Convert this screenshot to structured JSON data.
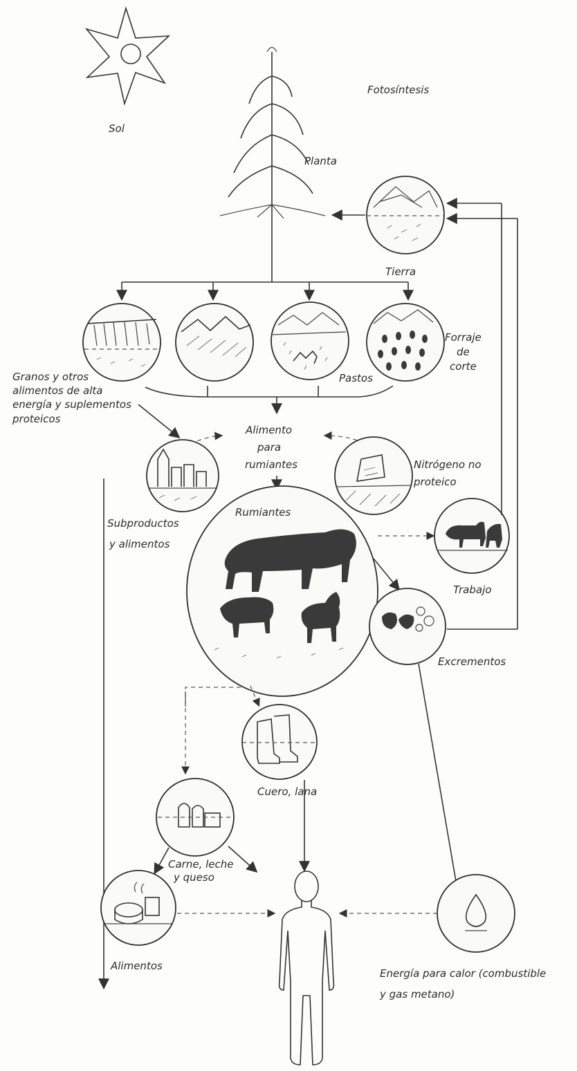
{
  "labels": {
    "sol": "Sol",
    "fotosintesis": "Fotosíntesis",
    "planta": "Planta",
    "tierra": "Tierra",
    "forraje_line1": "Forraje",
    "forraje_line2": "de",
    "forraje_line3": "corte",
    "pastos": "Pastos",
    "granos_line1": "Granos y otros",
    "granos_line2": "alimentos de alta",
    "granos_line3": "energía y suplementos",
    "granos_line4": "proteicos",
    "alimento_line1": "Alimento",
    "alimento_line2": "para",
    "alimento_line3": "rumiantes",
    "nitrogeno_line1": "Nitrógeno no",
    "nitrogeno_line2": "proteico",
    "rumiantes": "Rumiantes",
    "subproductos_line1": "Subproductos",
    "subproductos_line2": "y alimentos",
    "trabajo": "Trabajo",
    "excrementos": "Excrementos",
    "cuero": "Cuero, lana",
    "carne_line1": "Carne, leche",
    "carne_line2": "y queso",
    "alimentos": "Alimentos",
    "energia_line1": "Energía para calor (combustible",
    "energia_line2": "y gas metano)"
  },
  "icons": {
    "sun": "sun-icon",
    "plant": "plant-icon",
    "soil": "soil-icon",
    "grain": "grain-field-icon",
    "hills": "hills-field-icon",
    "pasture": "pasture-icon",
    "forage": "forage-icon",
    "byproducts": "factory-icon",
    "nitrogen": "fertilizer-bag-icon",
    "ruminants": "ruminants-icon",
    "work": "oxen-plow-icon",
    "manure": "manure-icon",
    "leather": "boots-icon",
    "dairy": "dairy-icon",
    "foods": "foods-icon",
    "human": "human-icon",
    "flame": "flame-icon"
  }
}
